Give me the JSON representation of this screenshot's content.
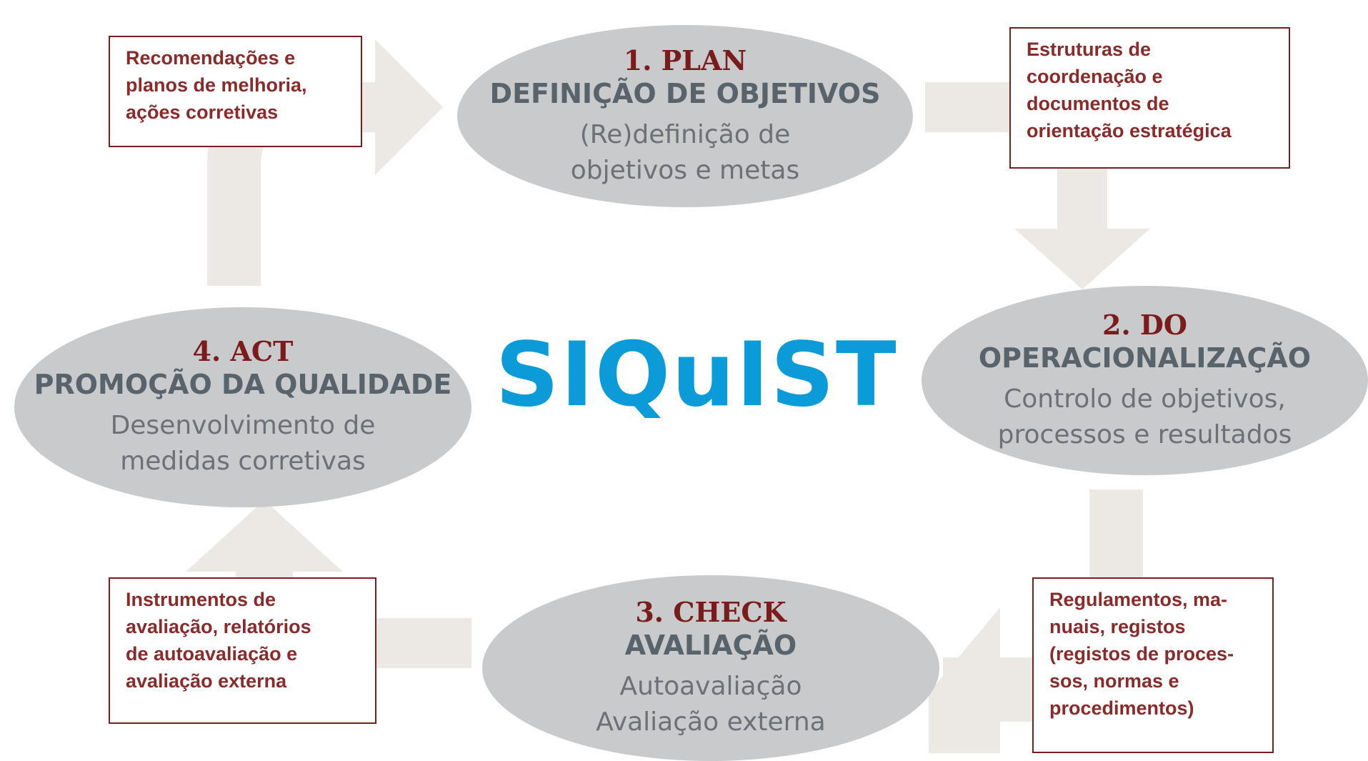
{
  "center_title": "SIQuIST",
  "stages": [
    {
      "id": "plan",
      "number": "1. PLAN",
      "title": "DEFINIÇÃO DE OBJETIVOS",
      "lines": [
        "(Re)definição de",
        "objetivos e metas"
      ]
    },
    {
      "id": "do",
      "number": "2. DO",
      "title": "OPERACIONALIZAÇÃO",
      "lines": [
        "Controlo de objetivos,",
        "processos e resultados"
      ]
    },
    {
      "id": "check",
      "number": "3. CHECK",
      "title": "AVALIAÇÃO",
      "lines": [
        "Autoavaliação",
        "Avaliação externa"
      ]
    },
    {
      "id": "act",
      "number": "4. ACT",
      "title": "PROMOÇÃO DA QUALIDADE",
      "lines": [
        "Desenvolvimento de",
        "medidas corretivas"
      ]
    }
  ],
  "boxes": {
    "top_left": [
      "Recomendações e",
      "planos de melhoria,",
      "ações corretivas"
    ],
    "top_right": [
      "Estruturas de",
      "coordenação e",
      "documentos de",
      "orientação estratégica"
    ],
    "bottom_left": [
      "Instrumentos de",
      "avaliação, relatórios",
      "de autoavaliação e",
      "avaliação externa"
    ],
    "bottom_right": [
      "Regulamentos, ma-",
      "nuais, registos",
      "(registos de proces-",
      "sos, normas e",
      "procedimentos)"
    ]
  },
  "colors": {
    "arrow": "#ece8e4",
    "ellipse": "#c9cacc",
    "box_border": "#7a1f1f",
    "box_text": "#8a2b2b",
    "center_title": "#0b9bd8",
    "stage_number": "#7a1c1c",
    "stage_title": "#58636c"
  }
}
